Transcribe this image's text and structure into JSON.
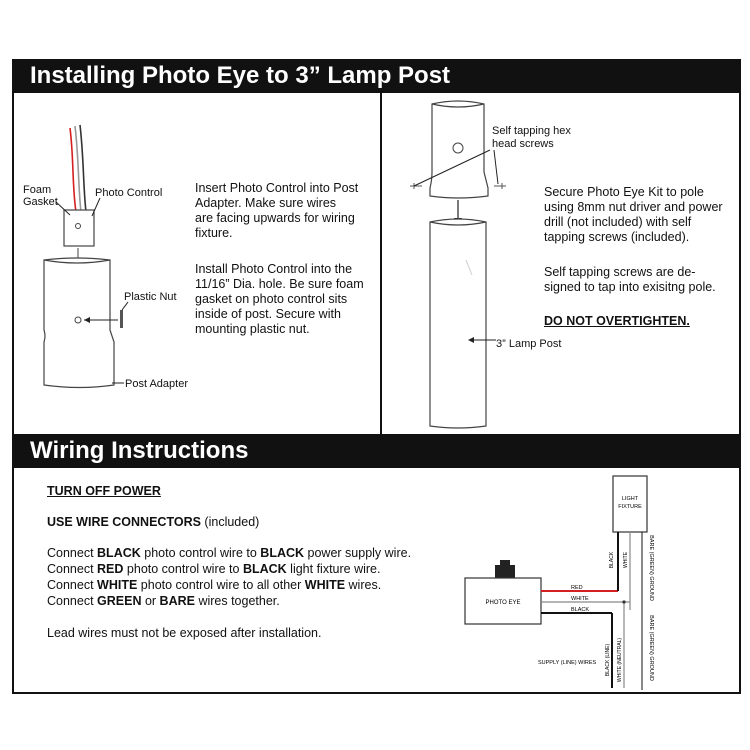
{
  "install": {
    "title": "Installing Photo Eye to 3” Lamp Post",
    "left": {
      "label_foam_gasket_1": "Foam",
      "label_foam_gasket_2": "Gasket",
      "label_photo_control": "Photo Control",
      "label_plastic_nut": "Plastic Nut",
      "label_post_adapter": "Post Adapter",
      "para1": [
        "Insert Photo Control into Post",
        "Adapter. Make sure wires",
        "are facing upwards for wiring",
        "fixture."
      ],
      "para2": [
        "Install Photo Control into the",
        "11/16” Dia. hole. Be sure foam",
        "gasket on photo control sits",
        "inside of post. Secure with",
        "mounting plastic nut."
      ]
    },
    "right": {
      "label_screws_1": "Self tapping hex",
      "label_screws_2": "head screws",
      "label_lamp_post": "3” Lamp Post",
      "para1": [
        "Secure Photo Eye Kit to pole",
        "using 8mm nut driver and power",
        "drill (not included) with self",
        "tapping screws (included)."
      ],
      "para2": [
        "Self tapping screws are de-",
        "signed to tap into exisitng pole."
      ],
      "warning": "DO NOT OVERTIGHTEN."
    }
  },
  "wiring": {
    "title": "Wiring Instructions",
    "turn_off": "TURN OFF POWER",
    "use_connectors_bold": "USE WIRE CONNECTORS",
    "use_connectors_rest": " (included)",
    "lines": [
      {
        "p1": "Connect ",
        "b1": "BLACK",
        "p2": " photo control wire to ",
        "b2": "BLACK",
        "p3": " power supply wire."
      },
      {
        "p1": "Connect ",
        "b1": "RED",
        "p2": " photo control wire to ",
        "b2": "BLACK",
        "p3": " light fixture wire."
      },
      {
        "p1": "Connect ",
        "b1": "WHITE",
        "p2": " photo control wire to all other ",
        "b2": "WHITE",
        "p3": " wires."
      },
      {
        "p1": "Connect ",
        "b1": "GREEN",
        "p2": " or ",
        "b2": "BARE",
        "p3": " wires together."
      }
    ],
    "lead_note": "Lead wires must not be exposed after installation.",
    "schematic": {
      "photo_eye": "PHOTO EYE",
      "light_fixture_1": "LIGHT",
      "light_fixture_2": "FIXTURE",
      "wire_red": "RED",
      "wire_white": "WHITE",
      "wire_black": "BLACK",
      "fixture_black": "BLACK",
      "fixture_white": "WHITE",
      "ground_top": "BARE (GREEN) GROUND",
      "ground_bottom": "BARE (GREEN) GROUND",
      "supply_white": "WHITE (NEUTRAL)",
      "supply_black": "BLACK (LINE)",
      "supply_label": "SUPPLY (LINE) WIRES"
    },
    "colors": {
      "red_wire": "#d42020",
      "ink": "#111111"
    }
  }
}
